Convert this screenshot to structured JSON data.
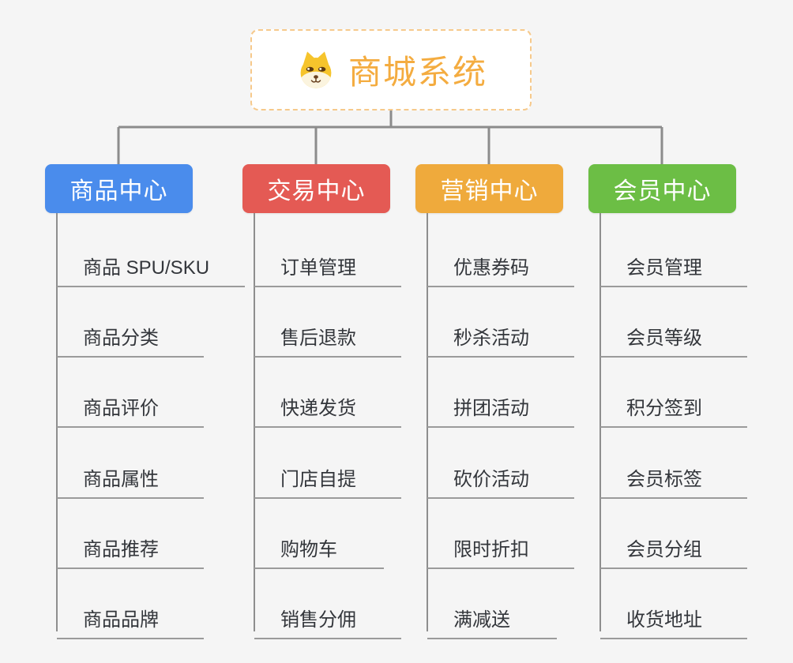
{
  "root": {
    "title": "商城系统",
    "icon": "shiba-dog-icon"
  },
  "branches": [
    {
      "label": "商品中心",
      "color": "#4a8cec",
      "children": [
        "商品 SPU/SKU",
        "商品分类",
        "商品评价",
        "商品属性",
        "商品推荐",
        "商品品牌"
      ]
    },
    {
      "label": "交易中心",
      "color": "#e45a54",
      "children": [
        "订单管理",
        "售后退款",
        "快递发货",
        "门店自提",
        "购物车",
        "销售分佣"
      ]
    },
    {
      "label": "营销中心",
      "color": "#efaa3c",
      "children": [
        "优惠券码",
        "秒杀活动",
        "拼团活动",
        "砍价活动",
        "限时折扣",
        "满减送"
      ]
    },
    {
      "label": "会员中心",
      "color": "#6cbe45",
      "children": [
        "会员管理",
        "会员等级",
        "积分签到",
        "会员标签",
        "会员分组",
        "收货地址"
      ]
    }
  ],
  "colors": {
    "background": "#f5f5f5",
    "root_text": "#f4ac40",
    "root_border": "#f6c98b",
    "connector_line": "#8c8c8c",
    "child_underline": "#9b9b9b",
    "child_text": "#33363b"
  }
}
